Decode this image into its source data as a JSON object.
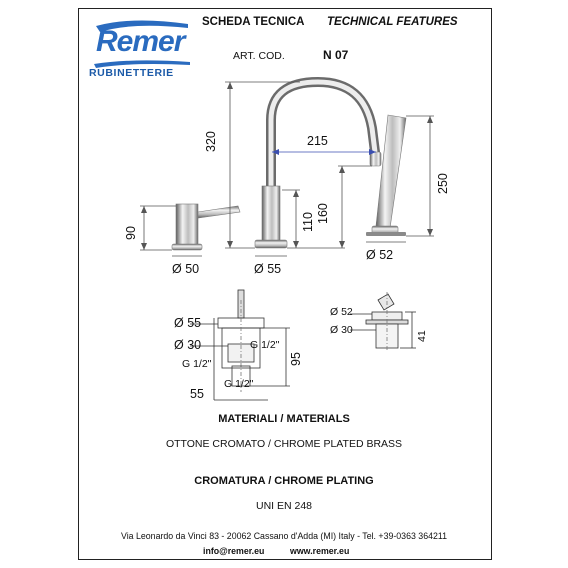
{
  "header": {
    "logo_word": "Remer",
    "logo_sub": "RUBINETTERIE",
    "title_it": "SCHEDA TECNICA",
    "title_en": "TECHNICAL FEATURES",
    "art_label": "ART. COD.",
    "art_code": "N 07"
  },
  "dimensions": {
    "d320": "320",
    "d215": "215",
    "d160": "160",
    "d110": "110",
    "d250": "250",
    "d90": "90",
    "o50": "Ø 50",
    "o55": "Ø 55",
    "o52": "Ø 52",
    "o55b": "Ø 55",
    "o30": "Ø 30",
    "g12a": "G 1/2\"",
    "g12b": "G 1/2\"",
    "g12c": "G 1/2\"",
    "d95": "95",
    "d55": "55",
    "o52b": "Ø 52",
    "o30b": "Ø 30",
    "d41": "41"
  },
  "materials": {
    "title": "MATERIALI / MATERIALS",
    "value": "OTTONE CROMATO / CHROME PLATED BRASS"
  },
  "plating": {
    "title": "CROMATURA / CHROME PLATING",
    "value": "UNI EN 248"
  },
  "footer": {
    "address": "Via Leonardo da Vinci 83 - 20062 Cassano d'Adda (MI) Italy - Tel. +39-0363 364211",
    "email": "info@remer.eu",
    "web": "www.remer.eu"
  },
  "colors": {
    "brand_blue": "#2a6bbf",
    "dim_line": "#555555",
    "chrome_dark": "#6b6b6b",
    "chrome_light": "#e6e6e6"
  }
}
